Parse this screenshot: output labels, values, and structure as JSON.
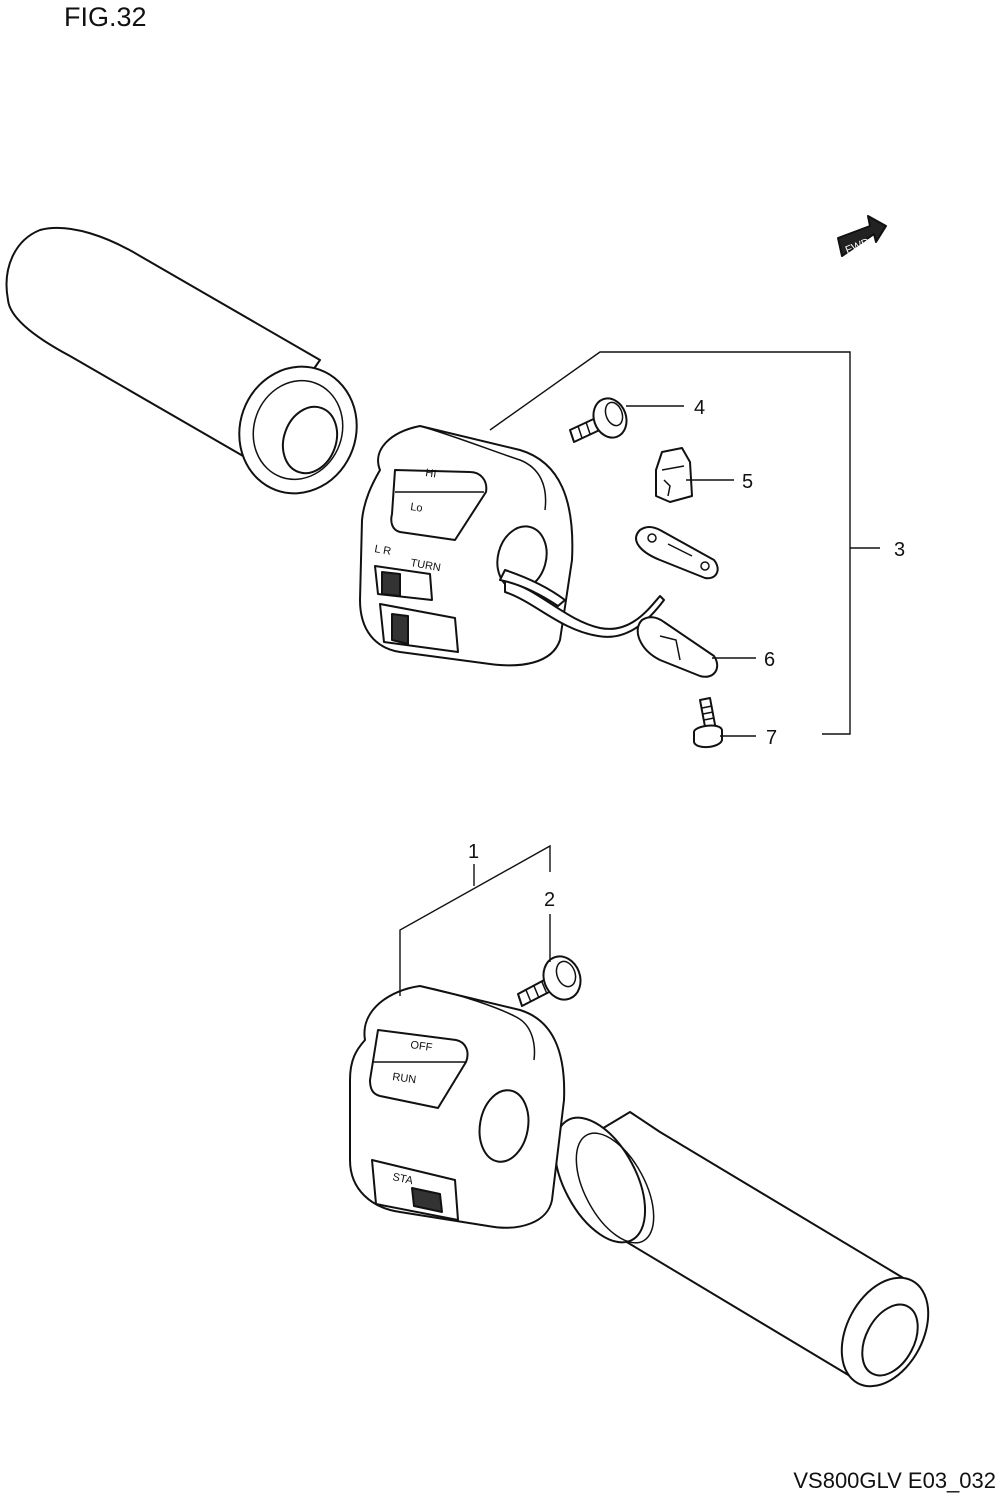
{
  "figure": {
    "title": "FIG.32",
    "code": "VS800GLV E03_032"
  },
  "fwd_arrow": {
    "label": "FWD"
  },
  "callouts": [
    "1",
    "2",
    "3",
    "4",
    "5",
    "6",
    "7"
  ],
  "left_switch": {
    "dimmer_hi": "HI",
    "dimmer_lo": "Lo",
    "turn_lr": "L R",
    "turn_label": "TURN"
  },
  "right_switch": {
    "off_label": "OFF",
    "run_label": "RUN",
    "start_label": "STA"
  }
}
